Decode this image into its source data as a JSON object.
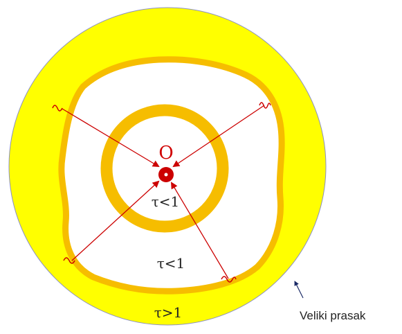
{
  "diagram": {
    "center_label": "O",
    "inner_region_label": "τ<1",
    "middle_region_label": "τ<1",
    "outer_region_label": "τ>1",
    "caption": "Veliki prasak"
  },
  "colors": {
    "outer_disk": "#ffff00",
    "ring": "#f6bd00",
    "ray": "#cc0000",
    "center_dot": "#cc0000"
  }
}
